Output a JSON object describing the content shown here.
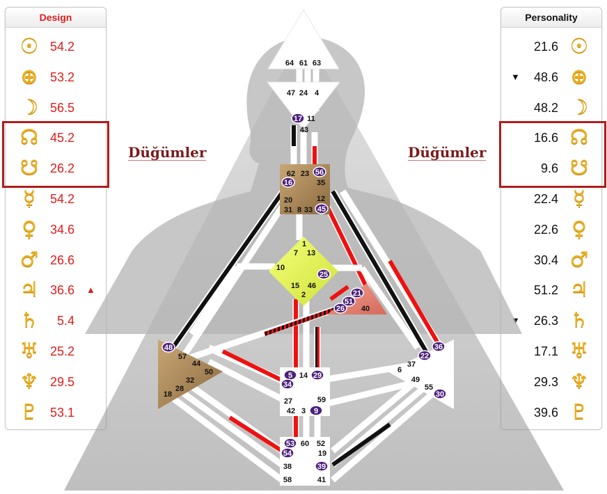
{
  "design": {
    "title": "Design",
    "rows": [
      {
        "icon": "sun-icon",
        "glyph": "☉",
        "value": "54.2",
        "marker": ""
      },
      {
        "icon": "earth-icon",
        "glyph": "⊕",
        "value": "53.2",
        "marker": ""
      },
      {
        "icon": "moon-icon",
        "glyph": "☽",
        "value": "56.5",
        "marker": ""
      },
      {
        "icon": "north-node-icon",
        "glyph": "☊",
        "value": "45.2",
        "marker": ""
      },
      {
        "icon": "south-node-icon",
        "glyph": "☋",
        "value": "26.2",
        "marker": ""
      },
      {
        "icon": "mercury-icon",
        "glyph": "☿",
        "value": "54.2",
        "marker": ""
      },
      {
        "icon": "venus-icon",
        "glyph": "♀",
        "value": "34.6",
        "marker": ""
      },
      {
        "icon": "mars-icon",
        "glyph": "♂",
        "value": "26.6",
        "marker": ""
      },
      {
        "icon": "jupiter-icon",
        "glyph": "♃",
        "value": "36.6",
        "marker": "▲"
      },
      {
        "icon": "saturn-icon",
        "glyph": "♄",
        "value": "5.4",
        "marker": ""
      },
      {
        "icon": "uranus-icon",
        "glyph": "♅",
        "value": "25.2",
        "marker": ""
      },
      {
        "icon": "neptune-icon",
        "glyph": "♆",
        "value": "29.5",
        "marker": ""
      },
      {
        "icon": "pluto-icon",
        "glyph": "♇",
        "value": "53.1",
        "marker": ""
      }
    ]
  },
  "personality": {
    "title": "Personality",
    "rows": [
      {
        "icon": "sun-icon",
        "glyph": "☉",
        "value": "21.6",
        "marker": ""
      },
      {
        "icon": "earth-icon",
        "glyph": "⊕",
        "value": "48.6",
        "marker": "▼"
      },
      {
        "icon": "moon-icon",
        "glyph": "☽",
        "value": "48.2",
        "marker": ""
      },
      {
        "icon": "north-node-icon",
        "glyph": "☊",
        "value": "16.6",
        "marker": ""
      },
      {
        "icon": "south-node-icon",
        "glyph": "☋",
        "value": "9.6",
        "marker": ""
      },
      {
        "icon": "mercury-icon",
        "glyph": "☿",
        "value": "22.4",
        "marker": ""
      },
      {
        "icon": "venus-icon",
        "glyph": "♀",
        "value": "22.6",
        "marker": ""
      },
      {
        "icon": "mars-icon",
        "glyph": "♂",
        "value": "30.4",
        "marker": ""
      },
      {
        "icon": "jupiter-icon",
        "glyph": "♃",
        "value": "51.2",
        "marker": ""
      },
      {
        "icon": "saturn-icon",
        "glyph": "♄",
        "value": "26.3",
        "marker": "▼"
      },
      {
        "icon": "uranus-icon",
        "glyph": "♅",
        "value": "17.1",
        "marker": ""
      },
      {
        "icon": "neptune-icon",
        "glyph": "♆",
        "value": "29.3",
        "marker": ""
      },
      {
        "icon": "pluto-icon",
        "glyph": "♇",
        "value": "39.6",
        "marker": ""
      }
    ]
  },
  "labels": {
    "nodes_left": "Düğümler",
    "nodes_right": "Düğümler"
  },
  "colors": {
    "design_red": "#e01b1b",
    "personality_black": "#111111",
    "glyph_gold": "#eab020",
    "highlight": "#b01c1c",
    "gate_circle": "#4b1f7a",
    "throat_brown": "#a8845a",
    "ajna_yellow": "#e3f24a",
    "ego_salmon": "#e2887a"
  },
  "bodygraph": {
    "centers": {
      "head": {
        "name": "head-center",
        "gates": [
          "64",
          "61",
          "63"
        ]
      },
      "ajna": {
        "name": "ajna-center",
        "gates": [
          "47",
          "24",
          "4",
          "17",
          "11",
          "43"
        ]
      },
      "throat": {
        "name": "throat-center",
        "gates": [
          "62",
          "23",
          "56",
          "16",
          "35",
          "20",
          "12",
          "31",
          "8",
          "33",
          "45"
        ]
      },
      "g": {
        "name": "g-center",
        "gates": [
          "1",
          "7",
          "13",
          "10",
          "25",
          "15",
          "46",
          "2"
        ]
      },
      "ego": {
        "name": "ego-center",
        "gates": [
          "21",
          "51",
          "26",
          "40"
        ]
      },
      "spleen": {
        "name": "spleen-center",
        "gates": [
          "48",
          "57",
          "44",
          "50",
          "32",
          "28",
          "18"
        ]
      },
      "sacral": {
        "name": "sacral-center",
        "gates": [
          "5",
          "14",
          "29",
          "34",
          "27",
          "59",
          "42",
          "3",
          "9"
        ]
      },
      "solar": {
        "name": "solar-plexus-center",
        "gates": [
          "36",
          "22",
          "37",
          "6",
          "49",
          "55",
          "30"
        ]
      },
      "root": {
        "name": "root-center",
        "gates": [
          "53",
          "60",
          "52",
          "54",
          "19",
          "38",
          "39",
          "58",
          "41"
        ]
      }
    },
    "activated_gates": [
      "17",
      "56",
      "16",
      "45",
      "25",
      "21",
      "51",
      "26",
      "48",
      "5",
      "34",
      "29",
      "9",
      "36",
      "22",
      "30",
      "53",
      "54",
      "39"
    ]
  }
}
